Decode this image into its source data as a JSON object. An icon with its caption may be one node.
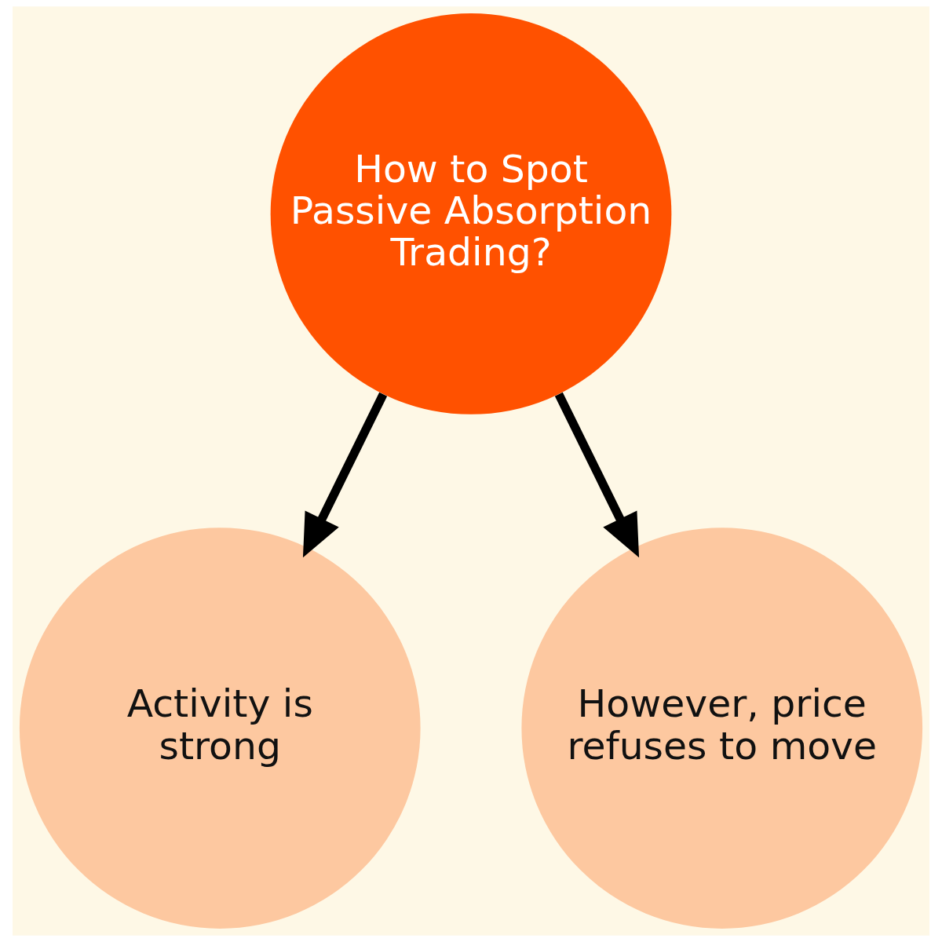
{
  "diagram": {
    "nodes": [
      {
        "text": [
          "How to Spot Passive Absorption Trading?"
        ]
      },
      {
        "text": [
          "Activity is strong"
        ]
      },
      {
        "text": [
          "However, price refuses to move"
        ]
      }
    ],
    "edges": [
      {
        "from": 0,
        "to": 1,
        "arrow": "to"
      },
      {
        "from": 0,
        "to": 2,
        "arrow": "to"
      }
    ]
  }
}
